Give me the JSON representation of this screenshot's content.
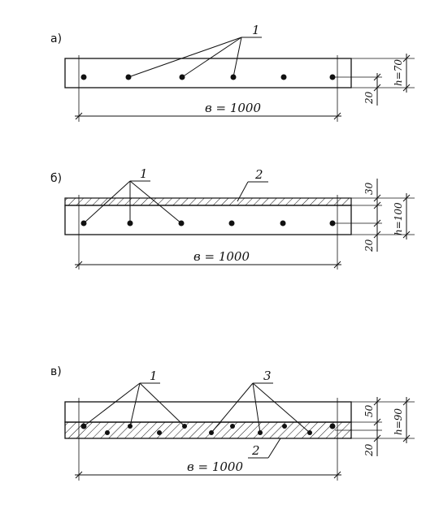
{
  "panels": [
    {
      "id": "a",
      "label": "а)",
      "width_label": "в = 1000",
      "height_label": "h=70",
      "cover_label": "20",
      "callouts": [
        "1"
      ]
    },
    {
      "id": "b",
      "label": "б)",
      "width_label": "в = 1000",
      "height_label": "h=100",
      "cover_label": "20",
      "top_layer_label": "30",
      "callouts": [
        "1",
        "2"
      ]
    },
    {
      "id": "c",
      "label": "в)",
      "width_label": "в = 1000",
      "height_label": "h=90",
      "cover_label": "20",
      "top_layer_label": "50",
      "callouts": [
        "1",
        "3",
        "2"
      ]
    }
  ],
  "colors": {
    "ink": "#111111",
    "paper": "#ffffff"
  }
}
